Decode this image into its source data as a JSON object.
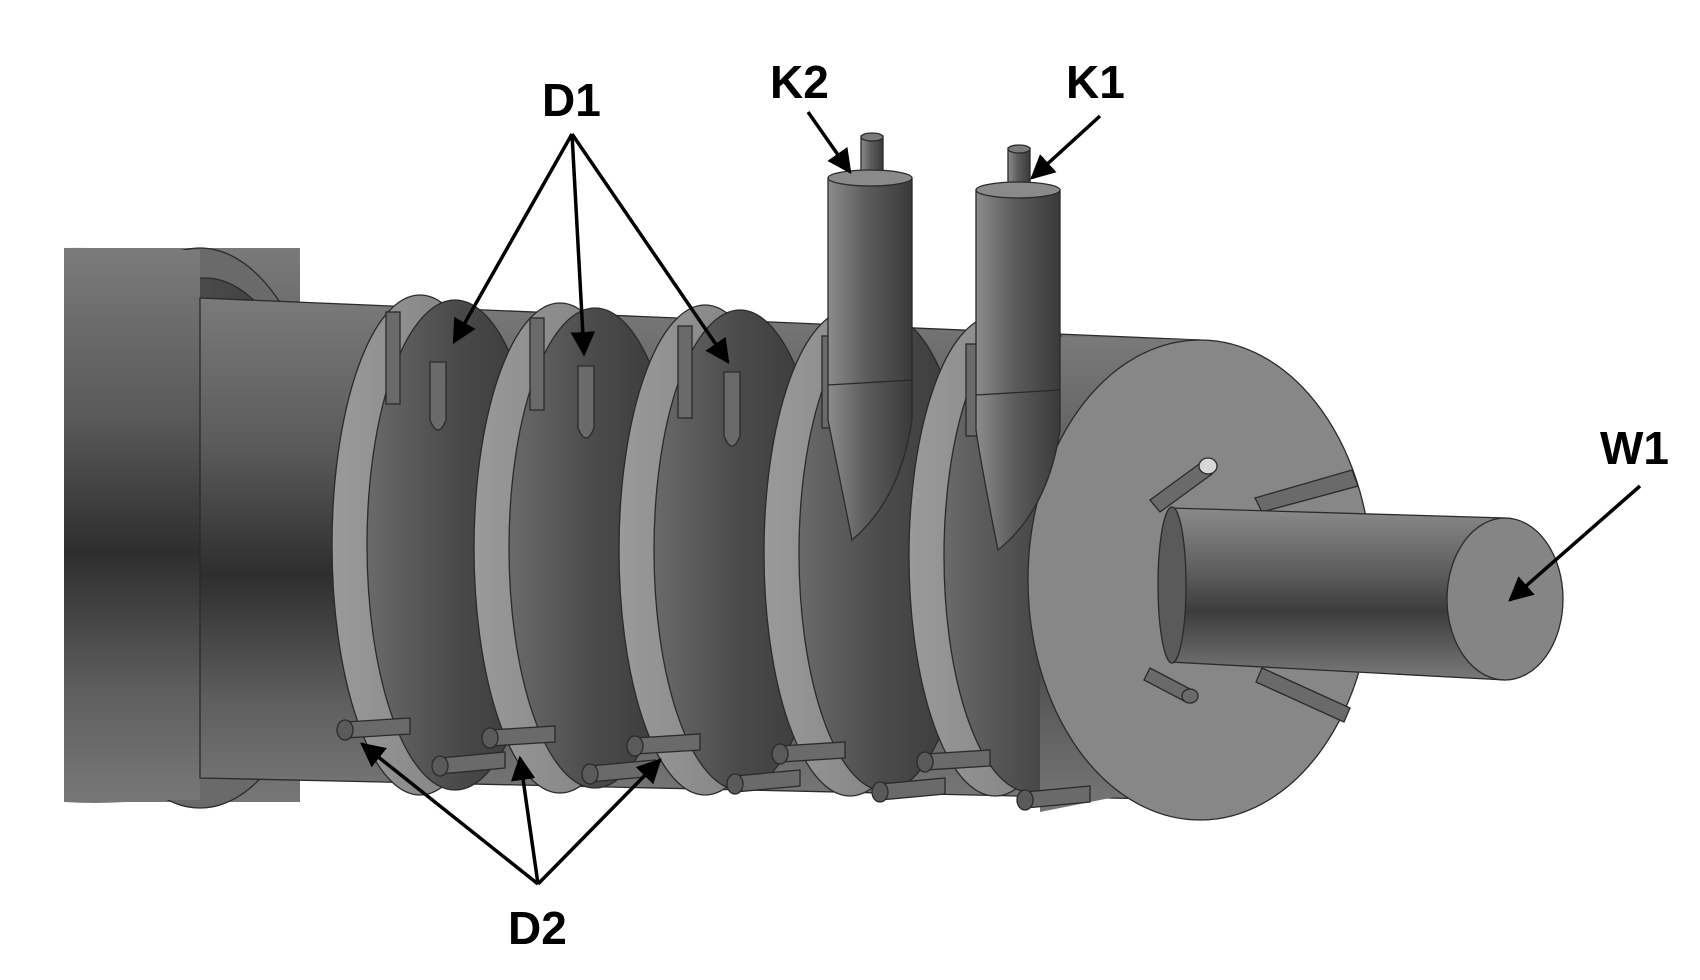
{
  "labels": {
    "d1": "D1",
    "k2": "K2",
    "k1": "K1",
    "w1": "W1",
    "d2": "D2"
  },
  "colors": {
    "background": "#ffffff",
    "metal_dark": "#3a3a3a",
    "metal_mid": "#6e6e6e",
    "metal_light": "#8a8a8a",
    "face": "#858585",
    "ink": "#000000"
  }
}
